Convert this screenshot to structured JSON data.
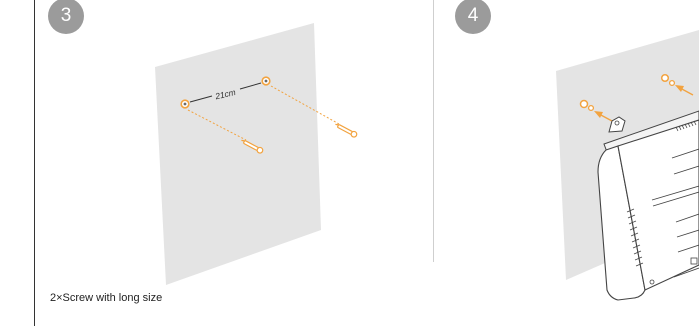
{
  "steps": [
    {
      "number": "3"
    },
    {
      "number": "4"
    }
  ],
  "dimension_label": "21cm",
  "caption": "2×Screw with long size",
  "colors": {
    "wall": "#e4e4e4",
    "screw": "#f2a340",
    "badge": "#9b9b9b",
    "device": "#ffffff",
    "device_outline": "#444444"
  }
}
